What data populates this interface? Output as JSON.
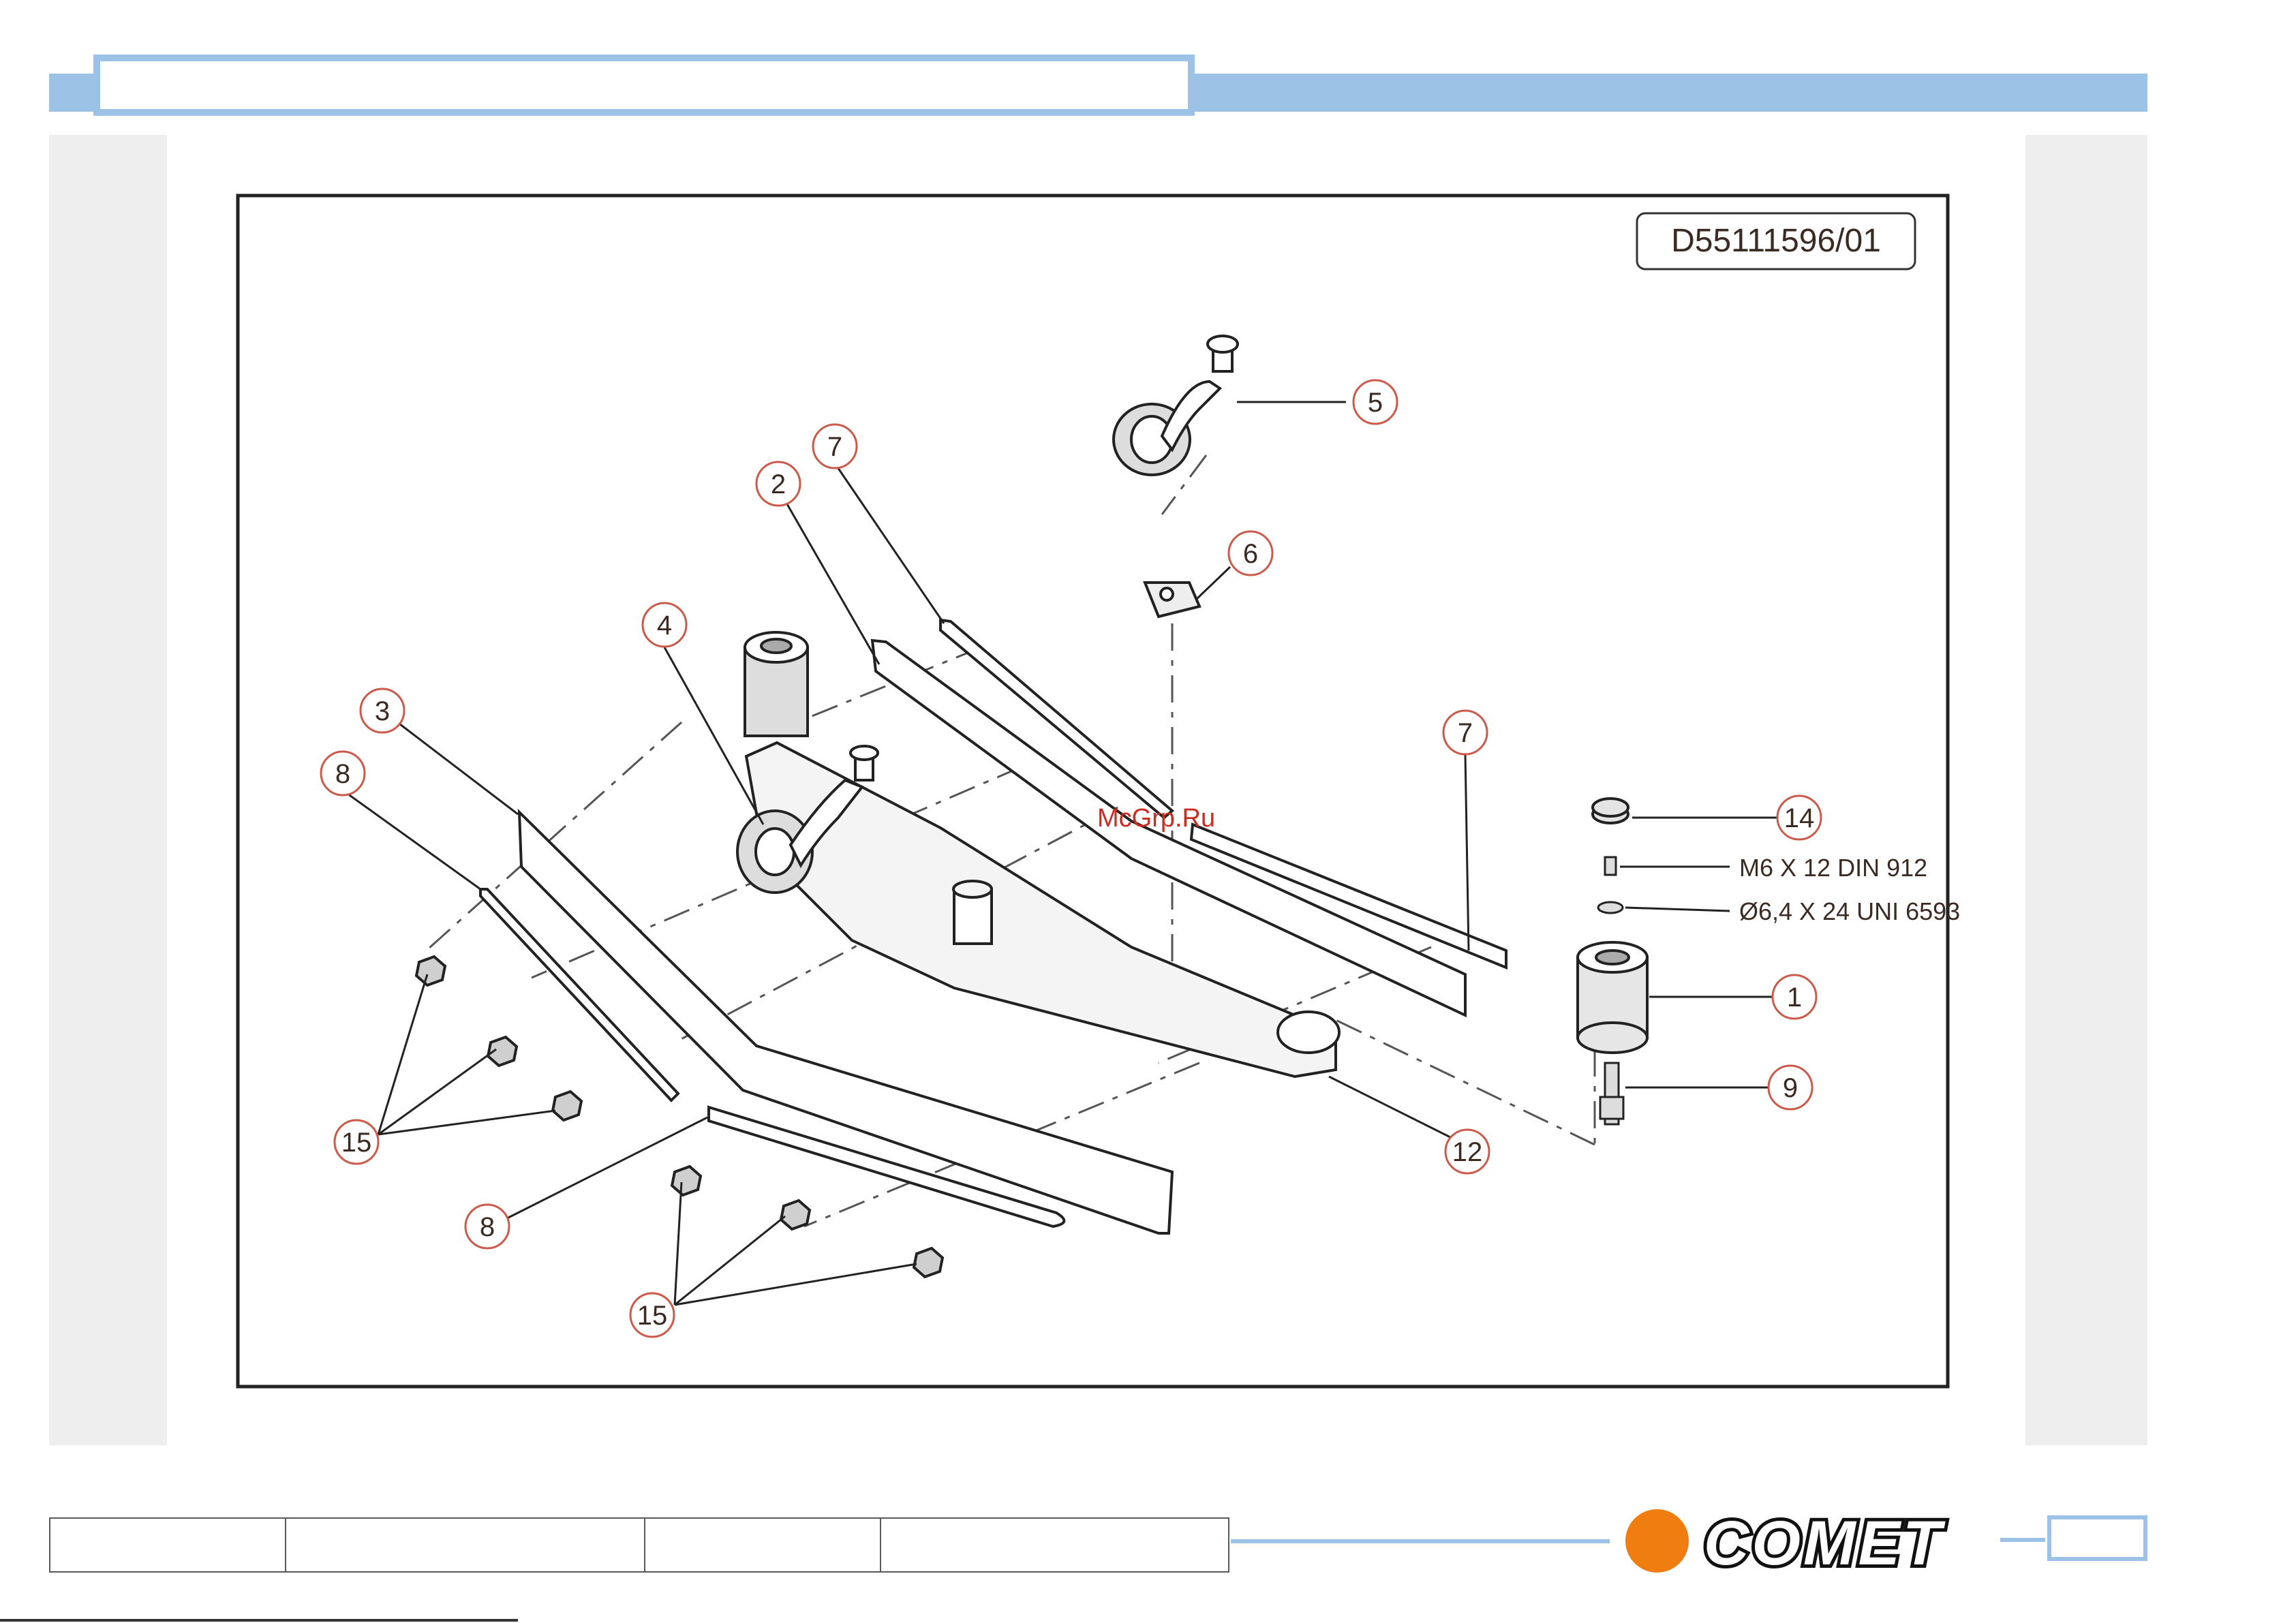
{
  "document": {
    "drawing_code": "D55111596/01",
    "watermark": "McGrp.Ru",
    "brand": "COMET"
  },
  "callouts": [
    "1",
    "2",
    "3",
    "4",
    "5",
    "6",
    "7",
    "7",
    "8",
    "8",
    "9",
    "12",
    "14",
    "15",
    "15"
  ],
  "specs": {
    "screw": "M6 X 12 DIN 912",
    "washer": "Ø6,4 X 24 UNI 6593"
  },
  "colors": {
    "header_band": "#9cc2e6",
    "accent_orange": "#ef7d10",
    "callout_circle": "#cc5a4a",
    "line": "#222222"
  }
}
